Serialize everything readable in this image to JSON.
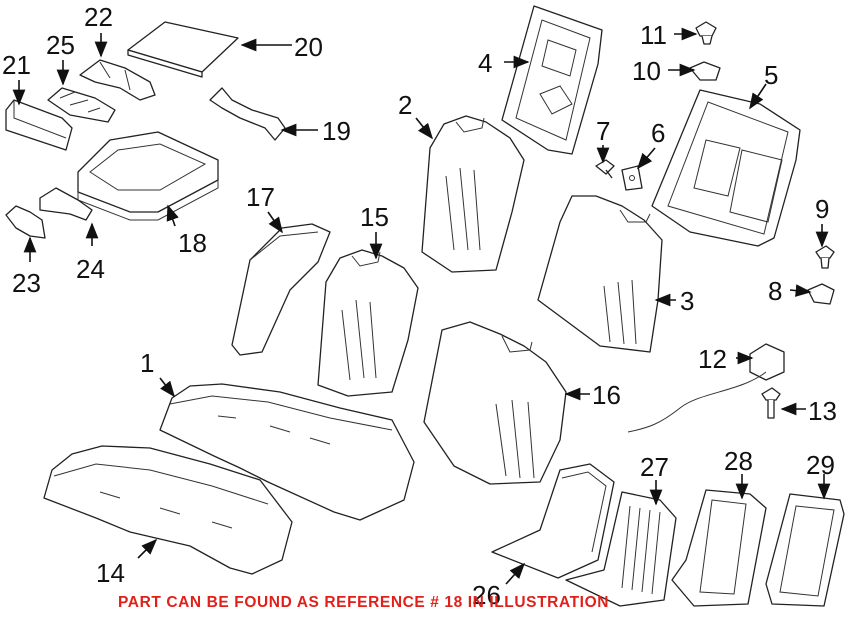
{
  "callouts": [
    "1",
    "2",
    "3",
    "4",
    "5",
    "6",
    "7",
    "8",
    "9",
    "10",
    "11",
    "12",
    "13",
    "14",
    "15",
    "16",
    "17",
    "18",
    "19",
    "20",
    "21",
    "22",
    "23",
    "24",
    "25",
    "26",
    "27",
    "28",
    "29"
  ],
  "note": "PART CAN BE FOUND AS REFERENCE # 18 IN ILLUSTRATION",
  "colors": {
    "note": "#e0201b",
    "lines": "#222222",
    "background": "#ffffff"
  }
}
